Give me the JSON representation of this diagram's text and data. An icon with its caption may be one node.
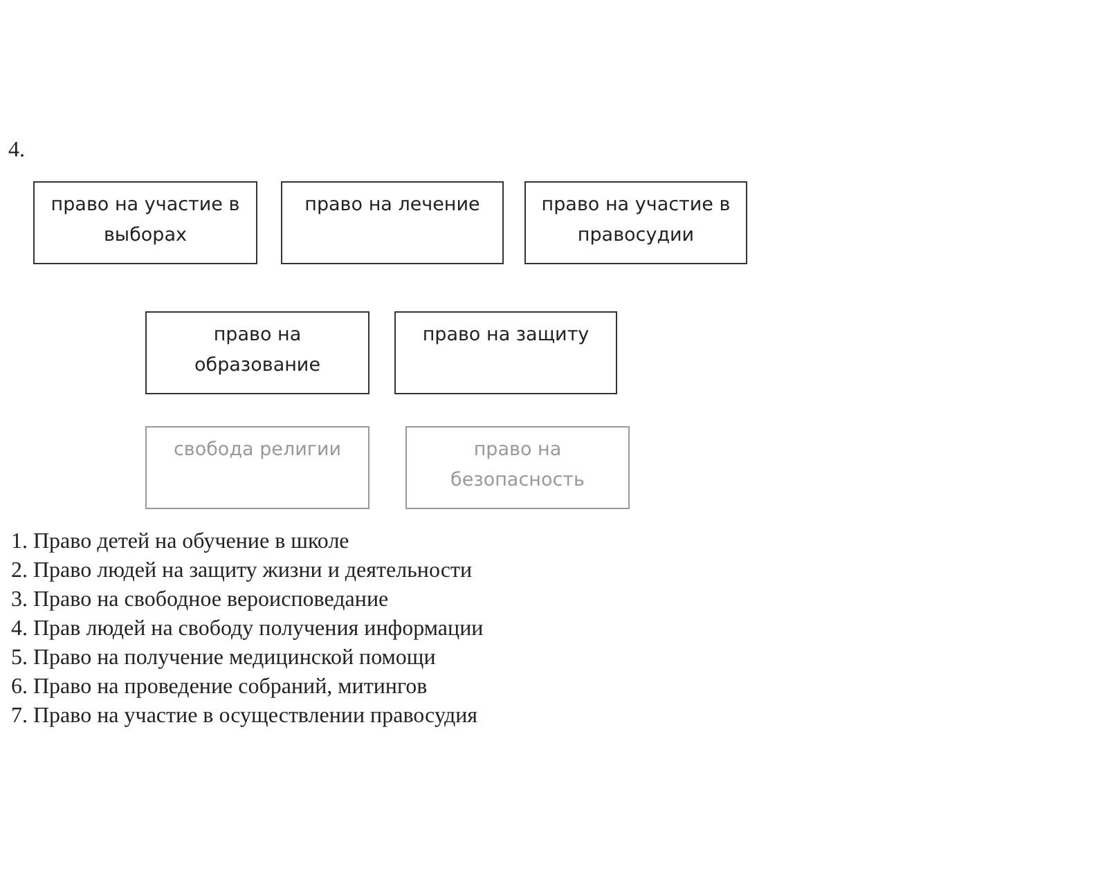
{
  "diagram": {
    "nodes": [
      {
        "text": [
          "право на участие в выборах"
        ]
      },
      {
        "text": [
          "право на лечение"
        ]
      },
      {
        "text": [
          "право на участие в правосудии"
        ]
      },
      {
        "text": [
          "право на образование"
        ]
      },
      {
        "text": [
          "право на защиту"
        ]
      },
      {
        "text": [
          "свобода религии"
        ]
      },
      {
        "text": [
          "право на безопасность"
        ]
      }
    ],
    "labels": [
      "4.",
      "1. Право детей на обучение в школе",
      "2. Право людей на защиту жизни и деятельности",
      "3. Право на свободное вероисповедание",
      "4. Прав людей на свободу получения информации",
      "5. Право на получение медицинской помощи",
      "6. Право на проведение собраний, митингов",
      "7. Право на участие в осуществлении правосудия"
    ]
  }
}
